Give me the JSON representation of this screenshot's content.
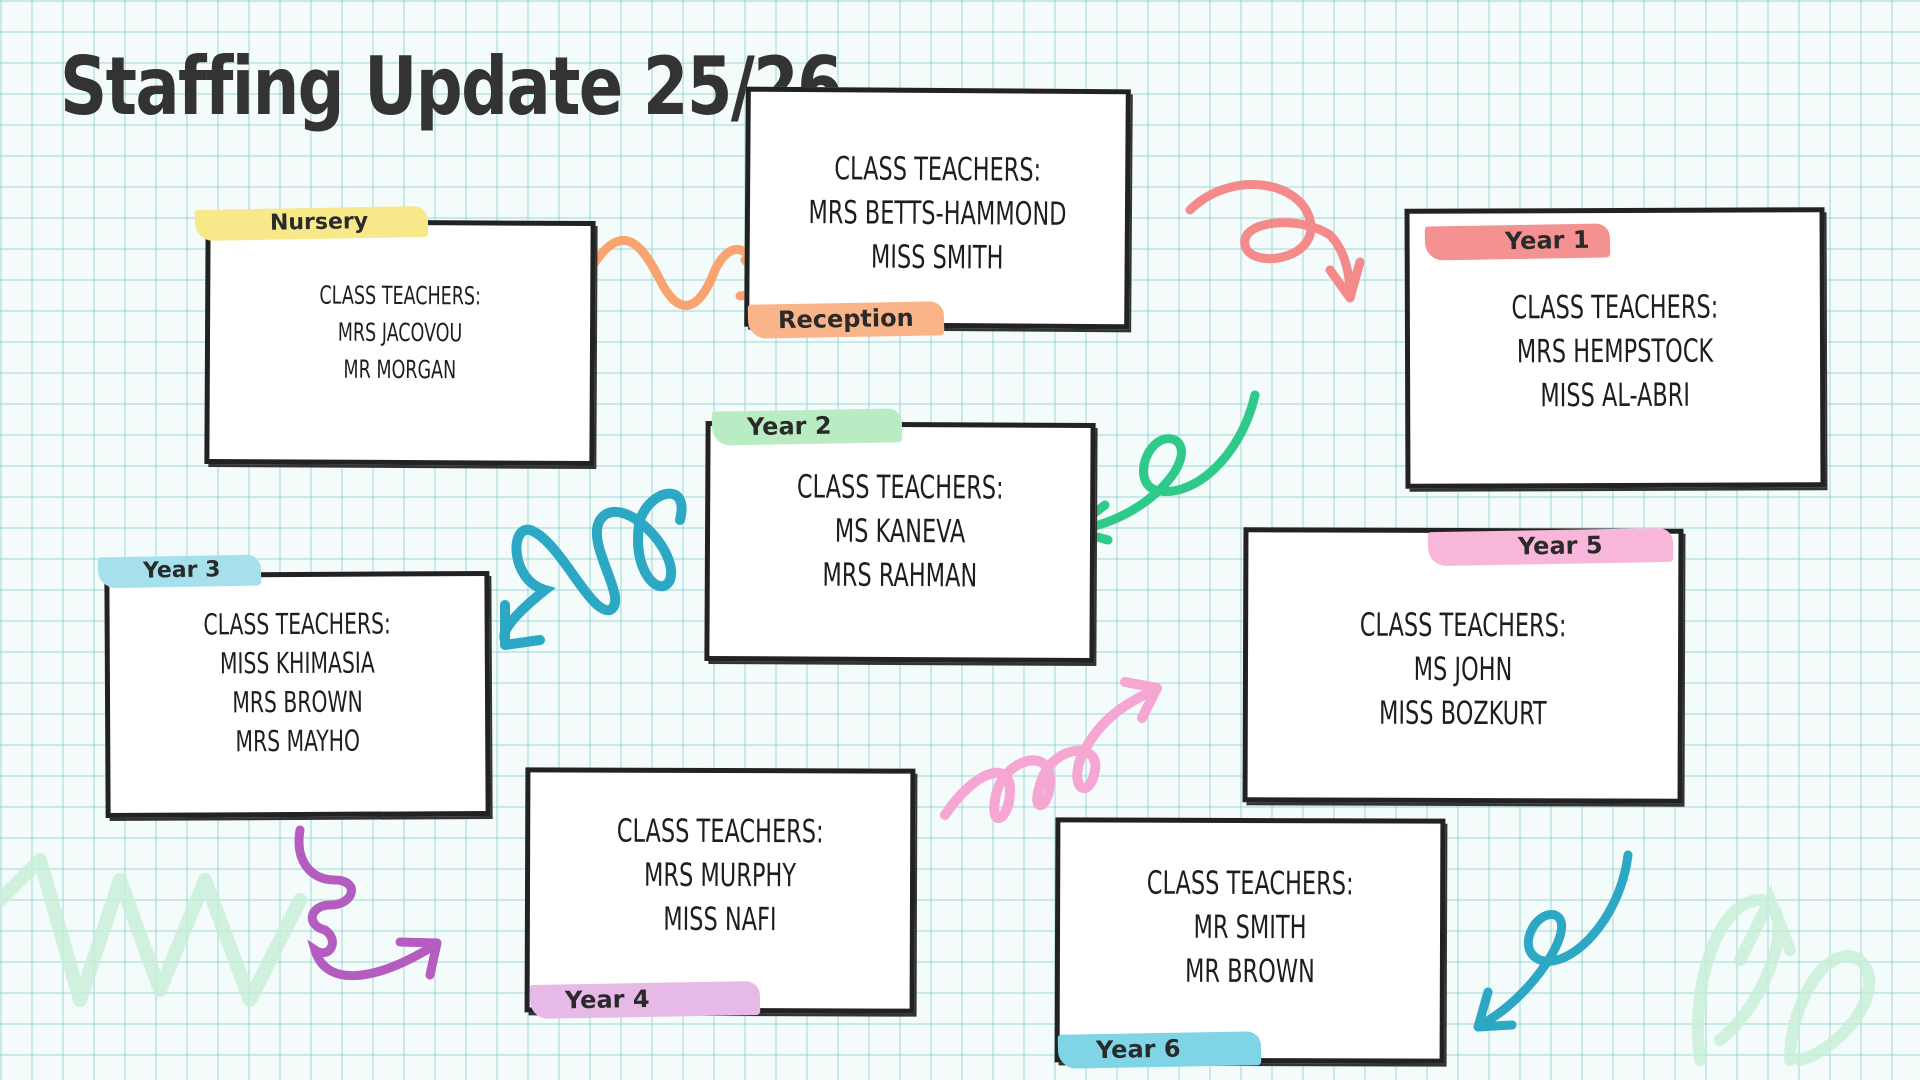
{
  "title": "Staffing Update 25/26",
  "heading": "CLASS TEACHERS:",
  "colors": {
    "yellow": "#f7e98a",
    "orange": "#f9b48a",
    "coral": "#f49292",
    "green": "#b9ecc2",
    "blue": "#a6e0ec",
    "pink": "#f7b6da",
    "lilac": "#e6b9e6",
    "cyan": "#7fd5e6"
  },
  "classes": [
    {
      "label": "Nursery",
      "teachers": [
        "MRS JACOVOU",
        "MR MORGAN"
      ]
    },
    {
      "label": "Reception",
      "teachers": [
        "MRS BETTS-HAMMOND",
        "MISS SMITH"
      ]
    },
    {
      "label": "Year 1",
      "teachers": [
        "MRS HEMPSTOCK",
        "MISS AL-ABRI"
      ]
    },
    {
      "label": "Year 2",
      "teachers": [
        "MS KANEVA",
        "MRS RAHMAN"
      ]
    },
    {
      "label": "Year 3",
      "teachers": [
        "MISS KHIMASIA",
        "MRS BROWN",
        "MRS MAYHO"
      ]
    },
    {
      "label": "Year 4",
      "teachers": [
        "MRS MURPHY",
        "MISS NAFI"
      ]
    },
    {
      "label": "Year 5",
      "teachers": [
        "MS JOHN",
        "MISS BOZKURT"
      ]
    },
    {
      "label": "Year 6",
      "teachers": [
        "MR SMITH",
        "MR BROWN"
      ]
    }
  ]
}
